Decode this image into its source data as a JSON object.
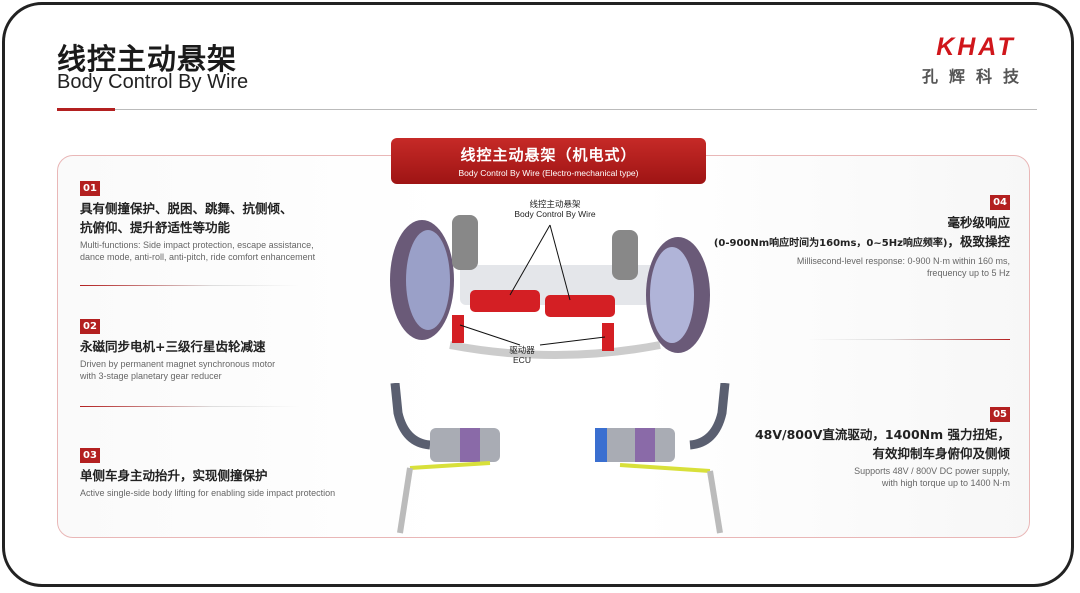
{
  "header": {
    "title_cn": "线控主动悬架",
    "title_en": "Body Control By Wire"
  },
  "logo": {
    "brand_en": "KHAT",
    "brand_cn": "孔辉科技",
    "color": "#d0161b"
  },
  "banner": {
    "title_cn": "线控主动悬架（机电式）",
    "title_en": "Body Control By Wire (Electro-mechanical type)"
  },
  "diagram": {
    "label_top_cn": "线控主动悬架",
    "label_top_en": "Body Control By Wire",
    "label_bottom_cn": "驱动器",
    "label_bottom_en": "ECU"
  },
  "features": [
    {
      "num": "01",
      "cn_lines": [
        "具有侧撞保护、脱困、跳舞、抗侧倾、",
        "抗俯仰、提升舒适性等功能"
      ],
      "en_lines": [
        "Multi-functions: Side impact protection, escape assistance,",
        "dance mode, anti-roll, anti-pitch, ride comfort enhancement"
      ]
    },
    {
      "num": "02",
      "cn_lines": [
        "永磁同步电机+三级行星齿轮减速"
      ],
      "en_lines": [
        "Driven by permanent magnet synchronous motor",
        "with 3-stage planetary gear reducer"
      ]
    },
    {
      "num": "03",
      "cn_lines": [
        "单侧车身主动抬升，实现侧撞保护"
      ],
      "en_lines": [
        "Active single-side body lifting for enabling side impact protection"
      ]
    },
    {
      "num": "04",
      "cn_lines": [
        "毫秒级响应"
      ],
      "cn_sub": "(0-900Nm响应时间为160ms，0~5Hz响应频率)",
      "cn_sub_tail": "，极致操控",
      "en_lines": [
        "Millisecond-level response: 0-900 N·m within 160 ms,",
        "frequency up to 5 Hz"
      ]
    },
    {
      "num": "05",
      "cn_lines": [
        "48V/800V直流驱动，1400Nm 强力扭矩，",
        "有效抑制车身俯仰及侧倾"
      ],
      "en_lines": [
        "Supports 48V / 800V DC power supply,",
        "with high torque up to 1400 N·m"
      ]
    }
  ],
  "accent": "#b32020"
}
